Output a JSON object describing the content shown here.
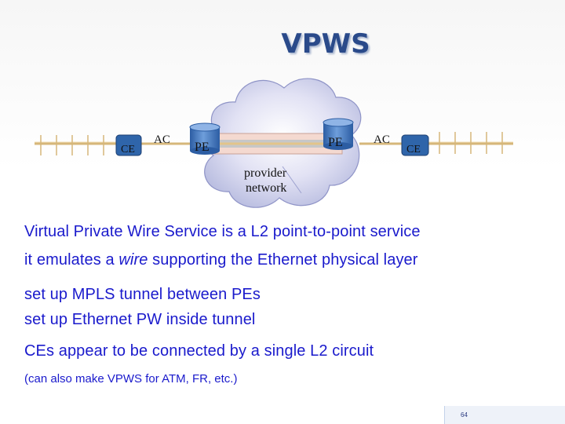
{
  "slide": {
    "title": "VPWS",
    "page_number": "64"
  },
  "diagram": {
    "ce_left": "CE",
    "ac_left": "AC",
    "pe_left": "PE",
    "pe_right": "PE",
    "ac_right": "AC",
    "ce_right": "CE",
    "cloud_label_line1": "provider",
    "cloud_label_line2": "network"
  },
  "bullets": {
    "b1": "Virtual Private Wire Service is a L2 point-to-point service",
    "b2_pre": "it emulates a ",
    "b2_em": "wire",
    "b2_post": " supporting the Ethernet physical layer",
    "b3": "set up MPLS tunnel between PEs",
    "b4": "set up Ethernet PW inside tunnel",
    "b5": "CEs appear to be connected by a single L2 circuit",
    "b6": "(can also make VPWS for ATM, FR, etc.)"
  }
}
